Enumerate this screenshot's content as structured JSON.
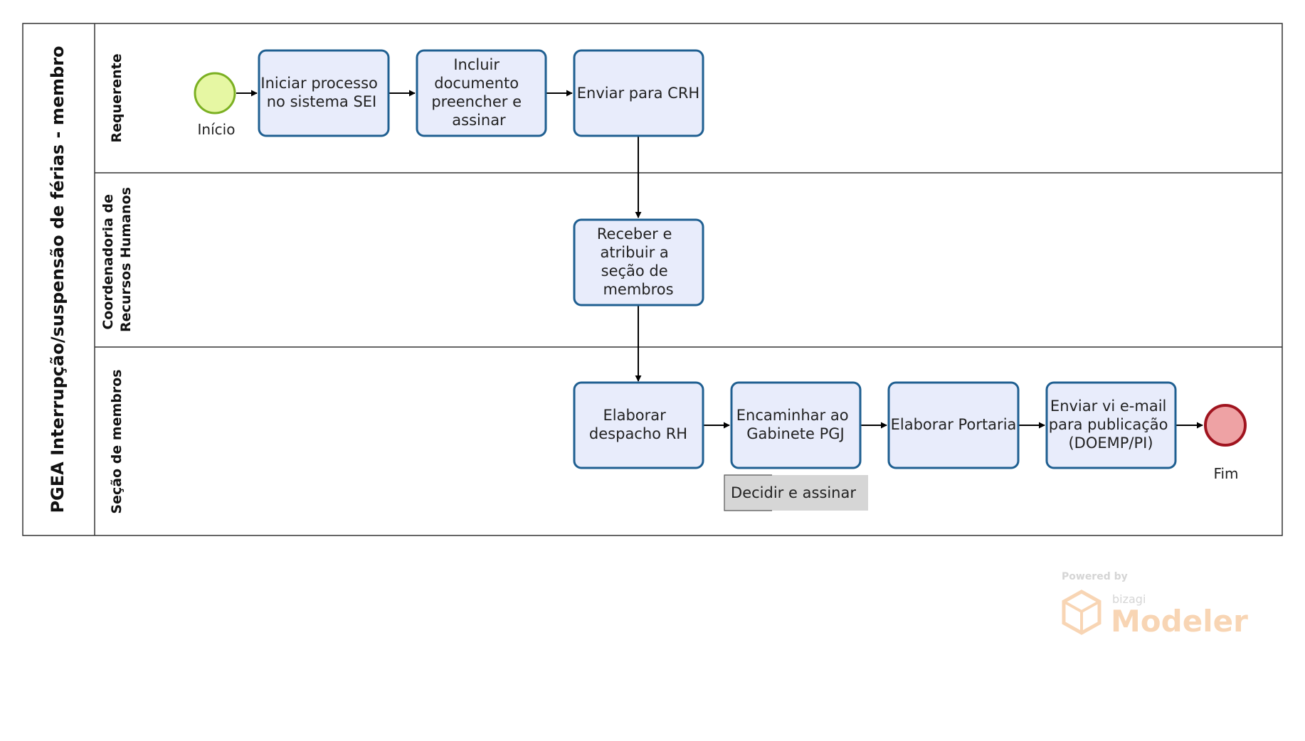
{
  "pool": {
    "title": "PGEA Interrupção/suspensão de férias - membro"
  },
  "lanes": [
    {
      "id": "requerente",
      "label_lines": [
        "Requerente"
      ]
    },
    {
      "id": "crh",
      "label_lines": [
        "Coordenadoria de",
        "Recursos Humanos"
      ]
    },
    {
      "id": "secao",
      "label_lines": [
        "Seção de membros"
      ]
    }
  ],
  "events": {
    "start": {
      "label": "Início"
    },
    "end": {
      "label": "Fim"
    }
  },
  "tasks": [
    {
      "id": "iniciar",
      "lines": [
        "Iniciar processo",
        "no sistema SEI"
      ]
    },
    {
      "id": "incluir",
      "lines": [
        "Incluir",
        "documento",
        "preencher e",
        "assinar"
      ]
    },
    {
      "id": "enviar-crh",
      "lines": [
        "Enviar para CRH"
      ]
    },
    {
      "id": "receber",
      "lines": [
        "Receber e",
        "atribuir a",
        "seção de",
        "membros"
      ]
    },
    {
      "id": "despacho",
      "lines": [
        "Elaborar",
        "despacho RH"
      ]
    },
    {
      "id": "encaminhar",
      "lines": [
        "Encaminhar ao",
        "Gabinete PGJ"
      ]
    },
    {
      "id": "portaria",
      "lines": [
        "Elaborar Portaria"
      ]
    },
    {
      "id": "email",
      "lines": [
        "Enviar vi e-mail",
        "para publicação",
        "(DOEMP/PI)"
      ]
    }
  ],
  "annotation": {
    "text": "Decidir e assinar"
  },
  "watermark": {
    "powered_by": "Powered by",
    "brand": "bizagi",
    "product": "Modeler"
  },
  "colors": {
    "task_fill": "#e8ecfb",
    "task_stroke": "#1f5f91",
    "start_fill": "#e6f7a3",
    "start_stroke": "#7bb022",
    "end_fill": "#eea2a4",
    "end_stroke": "#a0141f",
    "annotation_fill": "#d6d6d6",
    "watermark": "#f6c89b"
  }
}
